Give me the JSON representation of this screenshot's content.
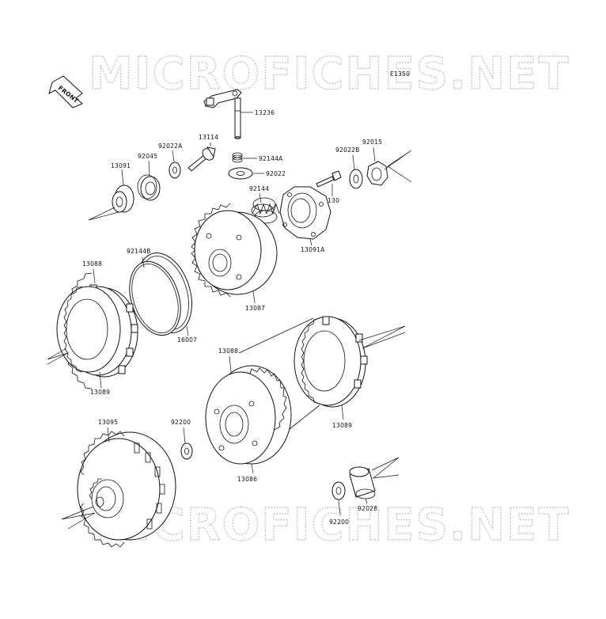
{
  "diagram_code": "E1350",
  "front_label": "FRONT",
  "watermark": "MICROFICHES.NET",
  "part_labels": {
    "p13236": "13236",
    "p13114": "13114",
    "p92022A": "92022A",
    "p92144A": "92144A",
    "p92022": "92022",
    "p92045": "92045",
    "p13091": "13091",
    "p92144": "92144",
    "p92022B": "92022B",
    "p92015": "92015",
    "p130": "130",
    "p13091A": "13091A",
    "p92144B": "92144B",
    "p13088a": "13088",
    "p16007": "16007",
    "p13087": "13087",
    "p13089a": "13089",
    "p13088b": "13088",
    "p13089b": "13089",
    "p13095": "13095",
    "p92200a": "92200",
    "p13086": "13086",
    "p92200b": "92200",
    "p92028": "92028"
  }
}
